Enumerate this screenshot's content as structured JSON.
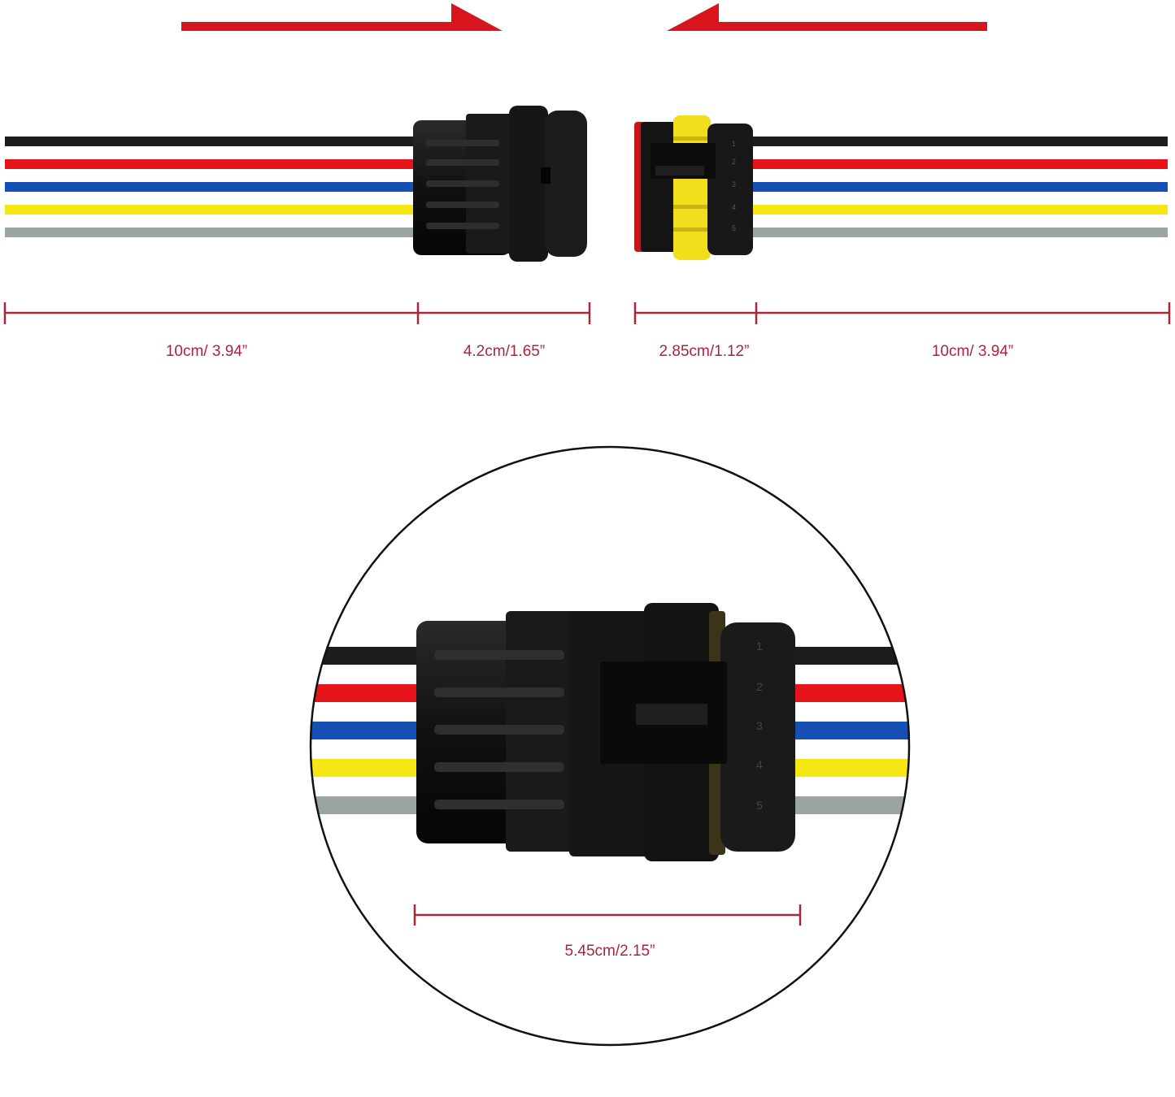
{
  "colors": {
    "arrow": "#d8141c",
    "dimension_line": "#a8263a",
    "dimension_text": "#a8263a",
    "connector_body": "#141414",
    "seal_yellow": "#f2de1a",
    "seal_red": "#c8141c",
    "circle_outline": "#111111"
  },
  "wires": [
    {
      "name": "black",
      "color": "#1c1c1c"
    },
    {
      "name": "red",
      "color": "#e8141c"
    },
    {
      "name": "blue",
      "color": "#1650b4"
    },
    {
      "name": "yellow",
      "color": "#f5e614"
    },
    {
      "name": "gray",
      "color": "#9aa4a0"
    }
  ],
  "dimensions": {
    "male_wire_length": "10cm/ 3.94”",
    "male_connector_length": "4.2cm/1.65”",
    "female_connector_length": "2.85cm/1.12”",
    "female_wire_length": "10cm/ 3.94”",
    "mated_connector_length": "5.45cm/2.15”"
  },
  "pin_numbers": [
    "1",
    "2",
    "3",
    "4",
    "5"
  ]
}
